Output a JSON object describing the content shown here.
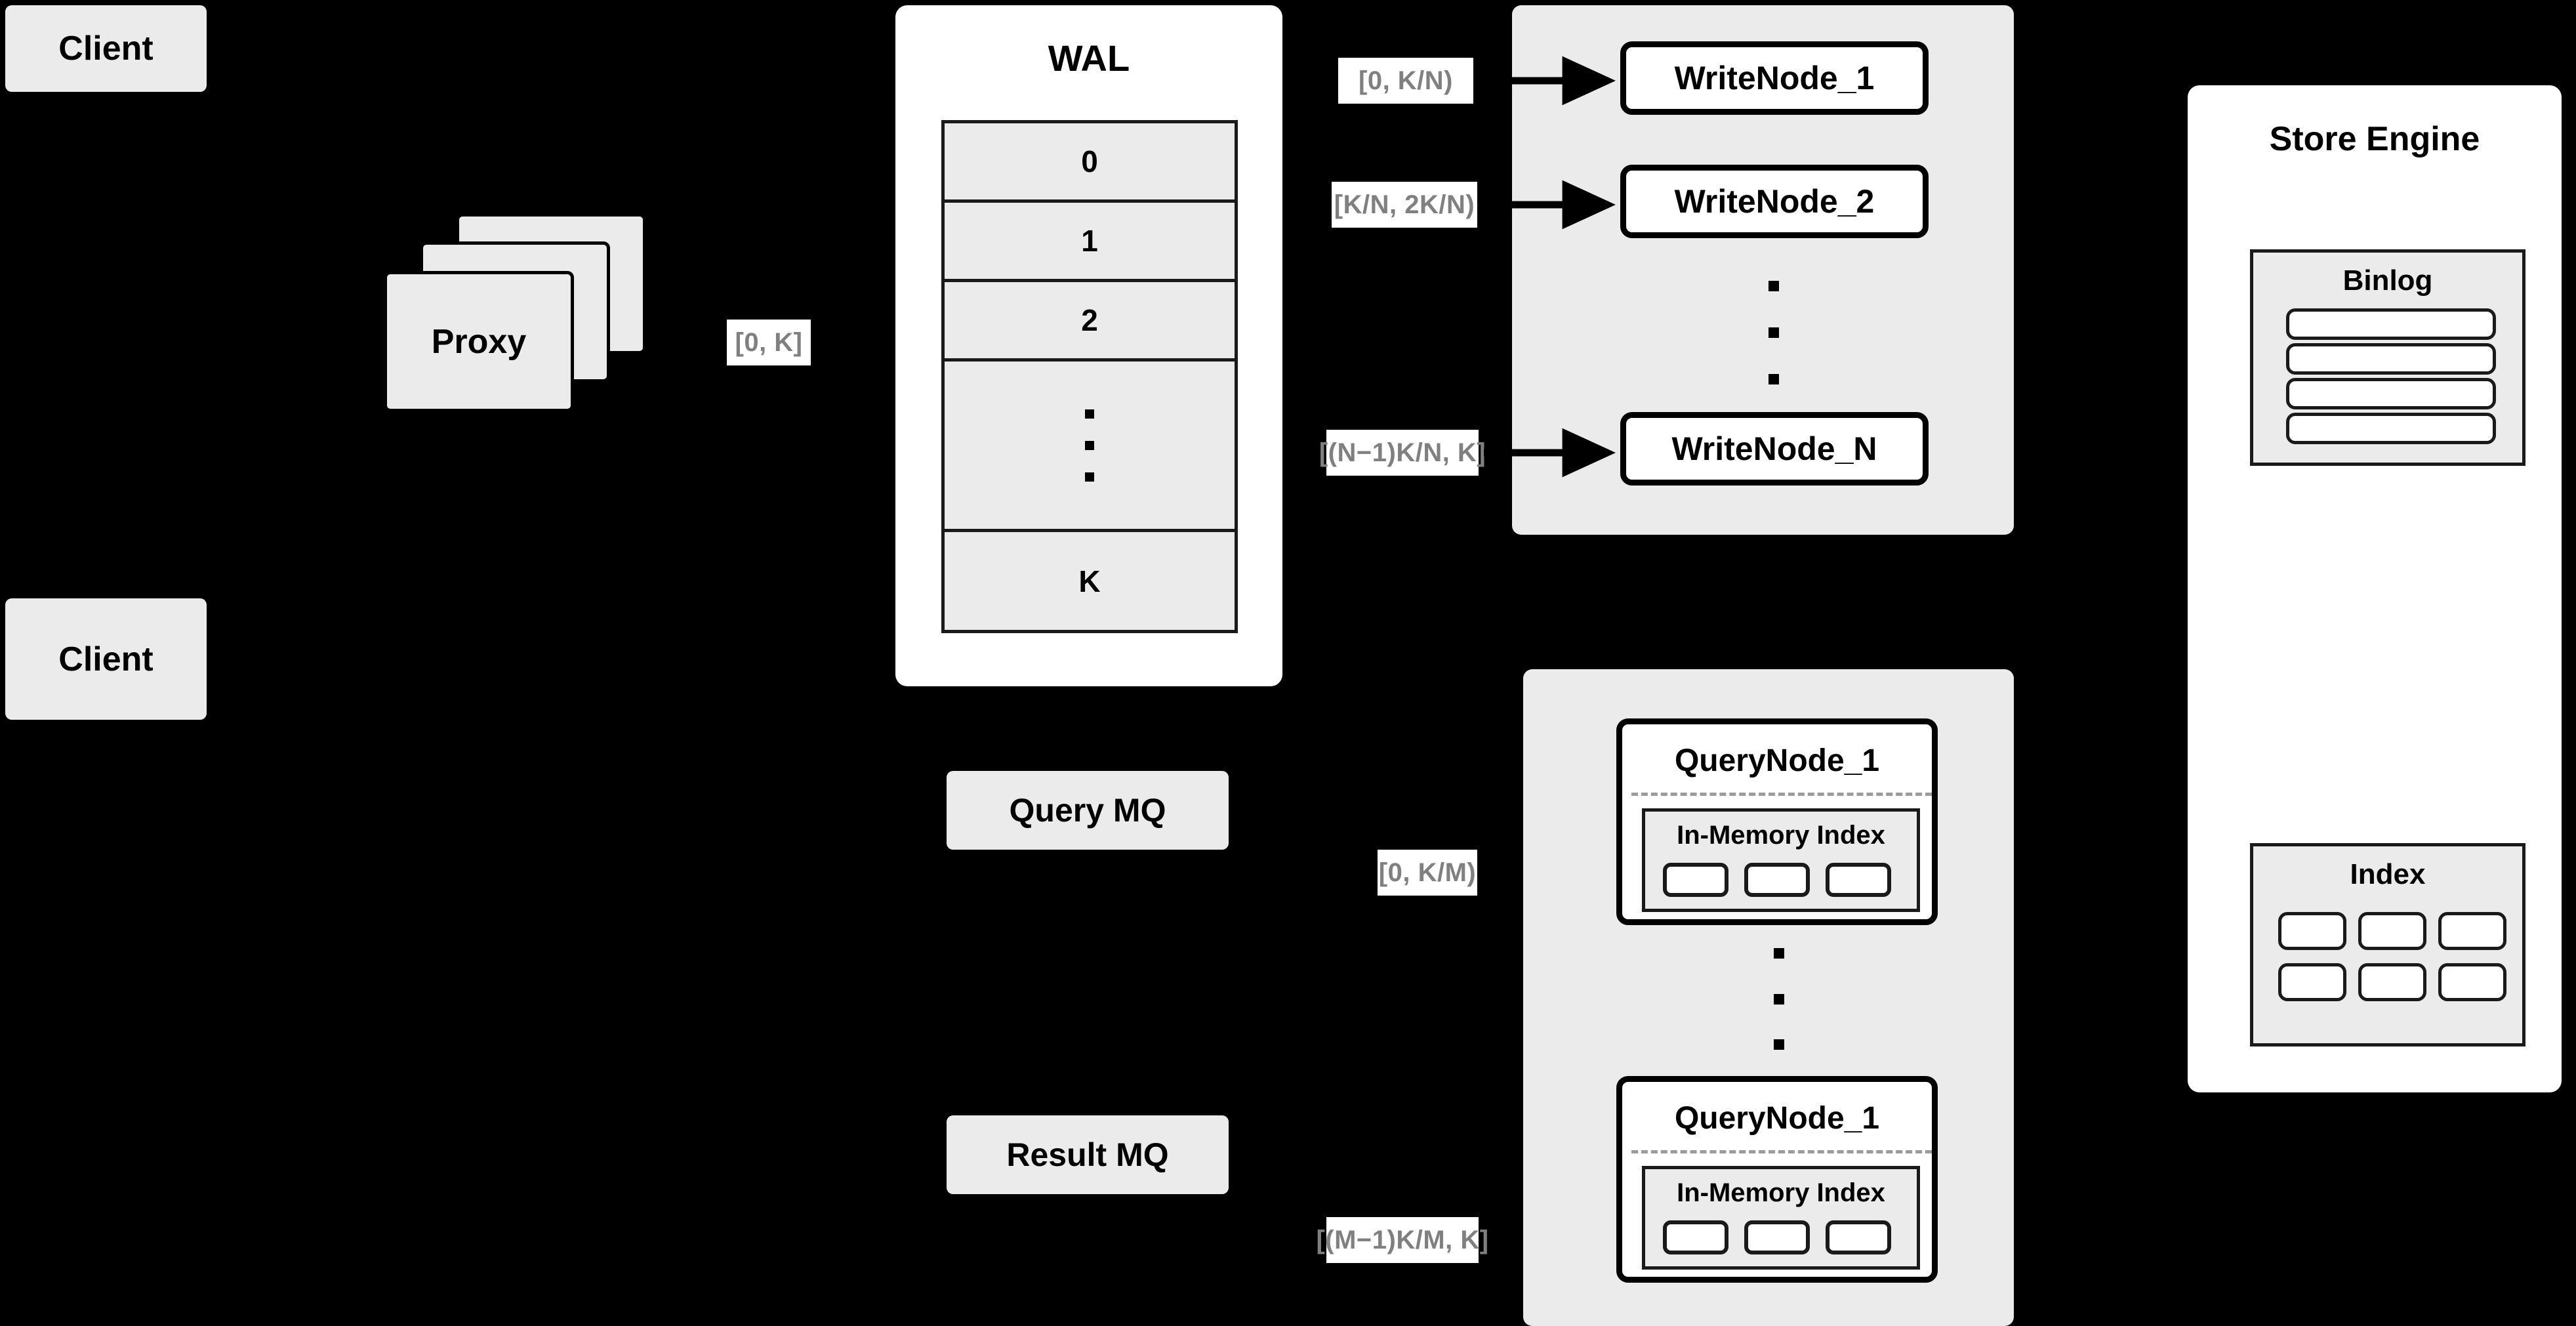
{
  "diagram": {
    "title": "Distributed Write/Query Architecture",
    "background_color": "#000000",
    "box_fill": "#ebebeb",
    "panel_fill": "#ffffff",
    "stroke_color": "#1a1a1a",
    "label_text_color": "#808080"
  },
  "clients": [
    {
      "label": "Client"
    },
    {
      "label": "Client"
    }
  ],
  "proxy": {
    "label": "Proxy",
    "stack_count": 3
  },
  "wal": {
    "title": "WAL",
    "rows": [
      "0",
      "1",
      "2",
      "⋮",
      "K"
    ],
    "ellipsis_row_index": 3
  },
  "edge_labels": {
    "proxy_to_wal": "[0, K]",
    "wal_to_write_node_1": "[0,  K/N)",
    "wal_to_write_node_2": "[K/N, 2K/N)",
    "wal_to_write_node_n": "[(N−1)K/N,  K]",
    "mq_to_query_node_1": "[0, K/M)",
    "mq_to_query_node_m": "[(M−1)K/M, K]"
  },
  "write_cluster": {
    "nodes": [
      {
        "label": "WriteNode_1"
      },
      {
        "label": "WriteNode_2"
      },
      {
        "label": "WriteNode_N"
      }
    ],
    "ellipsis": "⋮"
  },
  "message_queues": [
    {
      "label": "Query MQ"
    },
    {
      "label": "Result MQ"
    }
  ],
  "query_cluster": {
    "nodes": [
      {
        "label": "QueryNode_1",
        "index_title": "In-Memory Index",
        "index_slots": 3
      },
      {
        "label": "QueryNode_1",
        "index_title": "In-Memory Index",
        "index_slots": 3
      }
    ],
    "ellipsis": "⋮"
  },
  "store_engine": {
    "title": "Store Engine",
    "binlog": {
      "title": "Binlog",
      "rows": 4
    },
    "index": {
      "title": "Index",
      "rows": 2,
      "cols": 3
    }
  }
}
